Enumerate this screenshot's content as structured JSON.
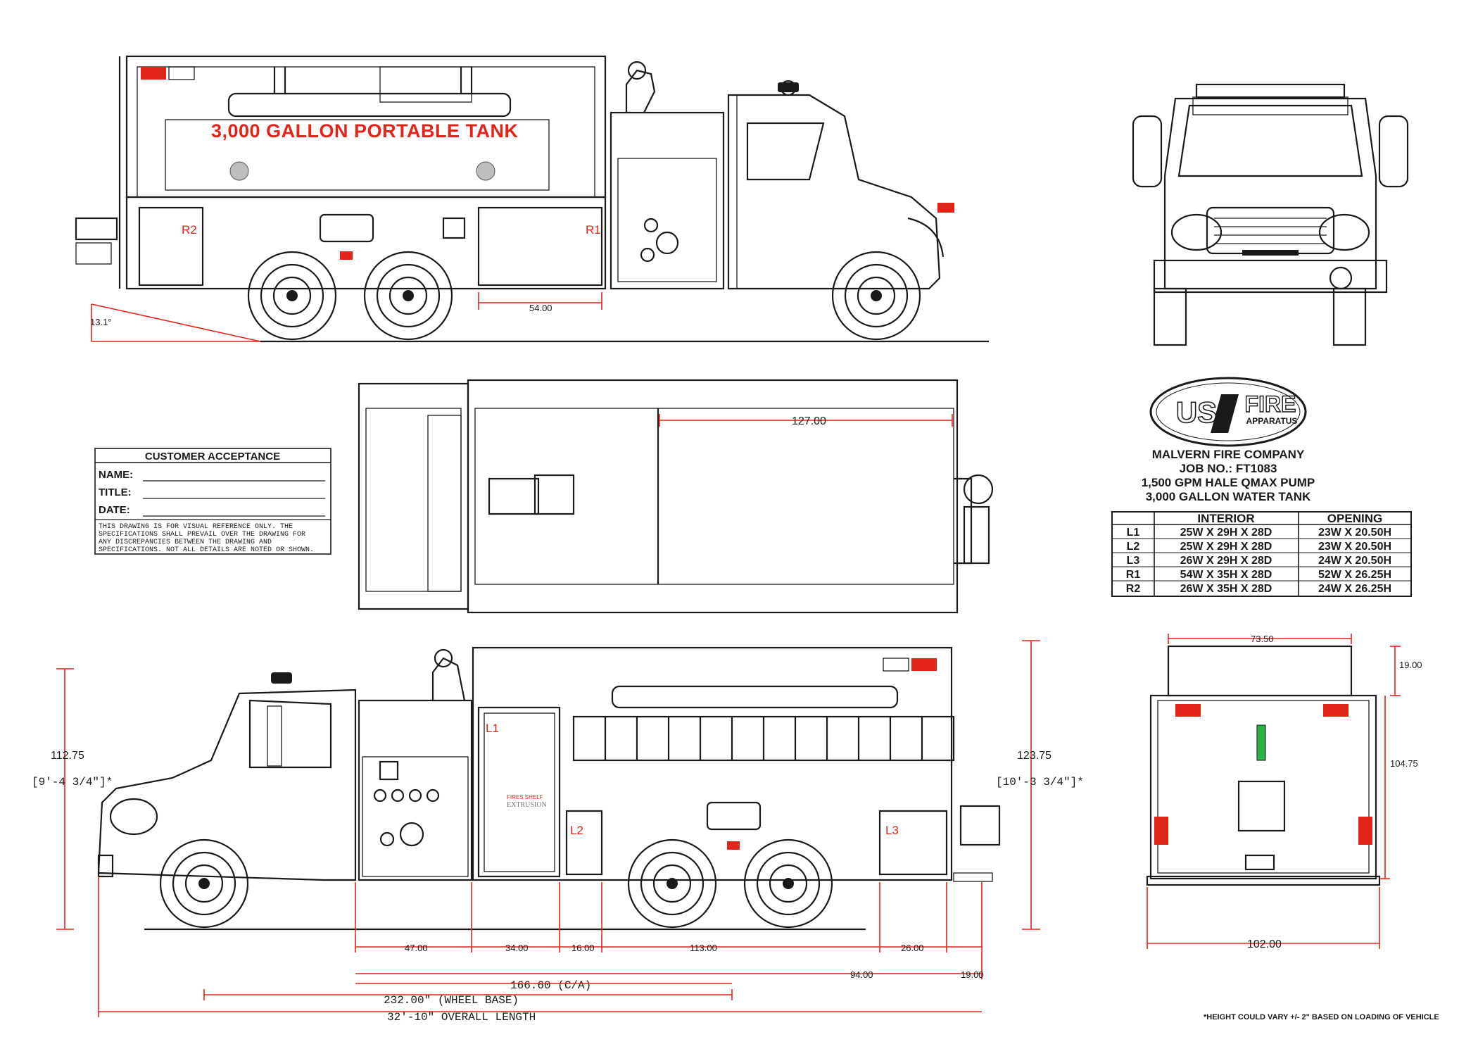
{
  "views": {
    "side_right": {
      "tank_label": "3,000 GALLON PORTABLE TANK",
      "compartments": [
        "R2",
        "R1"
      ],
      "dim_departure_angle": "13.1°",
      "dim_r1_width": "54.00"
    },
    "top": {
      "dim_length": "127.00"
    },
    "front": {},
    "rear": {
      "dim_top_width": "73.50",
      "dim_top_height": "19.00",
      "dim_height": "104.75",
      "dim_overall_width": "102.00"
    },
    "side_left": {
      "compartments": [
        "L1",
        "L2",
        "L3"
      ],
      "shelf_note_1": "FIRES SHELF",
      "shelf_note_2": "EXTRUSION",
      "dim_cab_height": "112.75",
      "dim_cab_height_ft": "[9'-4 3/4\"]*",
      "dim_body_height": "123.75",
      "dim_body_height_ft": "[10'-3 3/4\"]*",
      "dims_bottom": [
        "47.00",
        "34.00",
        "16.00",
        "113.00",
        "26.00",
        "94.00",
        "19.00"
      ],
      "dim_ca": "166.60 (C/A)",
      "dim_wheelbase": "232.00\" (WHEEL BASE)",
      "dim_overall": "32'-10\" OVERALL LENGTH"
    }
  },
  "customer_acceptance": {
    "title": "CUSTOMER ACCEPTANCE",
    "fields": [
      "NAME:",
      "TITLE:",
      "DATE:"
    ],
    "disclaimer": [
      "THIS DRAWING IS FOR VISUAL REFERENCE ONLY. THE",
      "SPECIFICATIONS SHALL PREVAIL OVER THE DRAWING FOR",
      "ANY DISCREPANCIES BETWEEN THE DRAWING AND",
      "SPECIFICATIONS. NOT ALL DETAILS ARE NOTED OR SHOWN."
    ]
  },
  "logo": {
    "left": "US",
    "right": "FIRE",
    "sub": "APPARATUS"
  },
  "job_info": {
    "company": "MALVERN FIRE COMPANY",
    "job_no": "JOB NO.: FT1083",
    "pump": "1,500 GPM HALE QMAX PUMP",
    "tank": "3,000 GALLON WATER TANK"
  },
  "compartment_table": {
    "headers": [
      "",
      "INTERIOR",
      "OPENING"
    ],
    "rows": [
      [
        "L1",
        "25W X 29H X 28D",
        "23W X 20.50H"
      ],
      [
        "L2",
        "25W X 29H X 28D",
        "23W X 20.50H"
      ],
      [
        "L3",
        "26W X 29H X 28D",
        "24W X 20.50H"
      ],
      [
        "R1",
        "54W X 35H X 28D",
        "52W X 26.25H"
      ],
      [
        "R2",
        "26W X 35H X 28D",
        "24W X 26.25H"
      ]
    ]
  },
  "footnote": "*HEIGHT COULD VARY +/- 2\" BASED ON LOADING OF VEHICLE",
  "colors": {
    "ink": "#1a1a1a",
    "dimension": "#e3241b",
    "light_bar": "#2bb34a"
  }
}
